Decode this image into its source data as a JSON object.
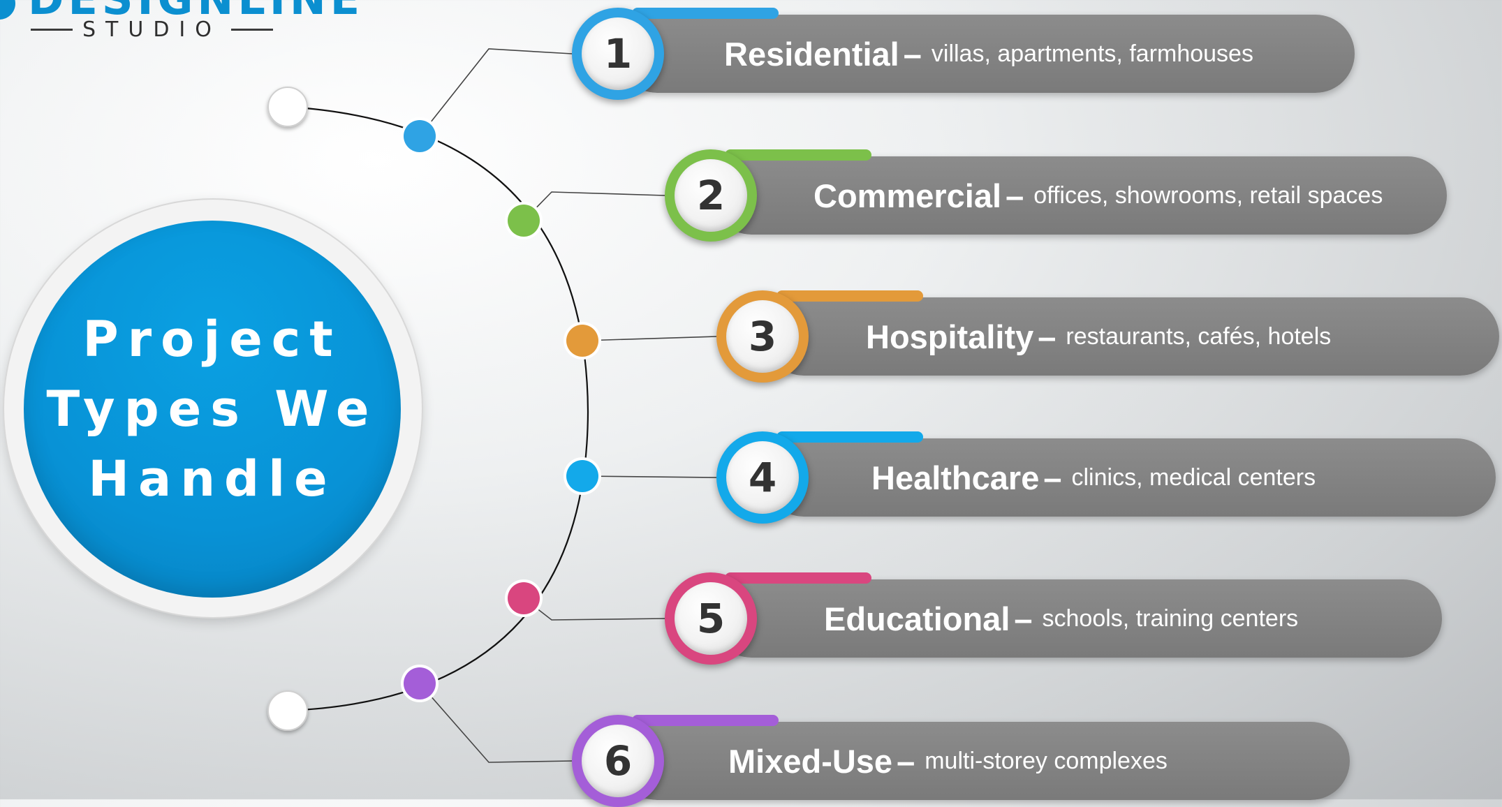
{
  "brand": {
    "name": "DESIGNLINE",
    "subtitle": "STUDIO"
  },
  "hub": {
    "title": "Project Types We Handle"
  },
  "colors": {
    "hub_blue": "#0892d6",
    "blue": "#2fa3e4",
    "green": "#7cc04a",
    "orange": "#e39a3a",
    "cyan": "#13a9ea",
    "pink": "#d9467f",
    "purple": "#a45ed8",
    "bar_gray": "#808080"
  },
  "items": [
    {
      "number": "1",
      "name": "Residential",
      "dash": "–",
      "desc": "villas, apartments, farmhouses",
      "color": "#2fa3e4"
    },
    {
      "number": "2",
      "name": "Commercial",
      "dash": "–",
      "desc": "offices, showrooms, retail spaces",
      "color": "#7cc04a"
    },
    {
      "number": "3",
      "name": "Hospitality",
      "dash": "–",
      "desc": "restaurants, cafés, hotels",
      "color": "#e39a3a"
    },
    {
      "number": "4",
      "name": "Healthcare",
      "dash": "–",
      "desc": "clinics, medical centers",
      "color": "#13a9ea"
    },
    {
      "number": "5",
      "name": "Educational",
      "dash": "–",
      "desc": "schools, training centers",
      "color": "#d9467f"
    },
    {
      "number": "6",
      "name": "Mixed-Use",
      "dash": "–",
      "desc": "multi-storey complexes",
      "color": "#a45ed8"
    }
  ]
}
